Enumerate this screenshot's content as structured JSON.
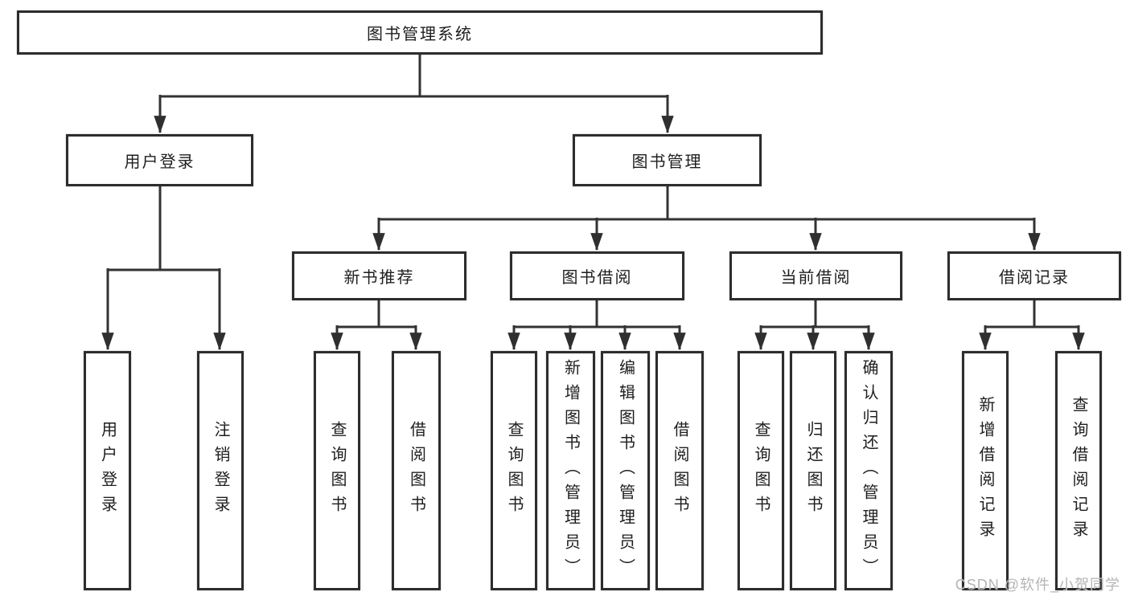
{
  "diagram": {
    "root": "图书管理系统",
    "level2": [
      "用户登录",
      "图书管理"
    ],
    "level3": [
      "新书推荐",
      "图书借阅",
      "当前借阅",
      "借阅记录"
    ],
    "leaves": {
      "login": [
        "用户登录",
        "注销登录"
      ],
      "newbook": [
        "查询图书",
        "借阅图书"
      ],
      "borrow": [
        "查询图书",
        "新增图书（管理员）",
        "编辑图书（管理员）",
        "借阅图书"
      ],
      "current": [
        "查询图书",
        "归还图书",
        "确认归还（管理员）"
      ],
      "records": [
        "新增借阅记录",
        "查询借阅记录"
      ]
    },
    "watermark": "CSDN @软件_小贺同学"
  },
  "colors": {
    "border": "#2d2d2d",
    "line": "#333333",
    "text": "#1e1e1e",
    "watermark": "#b5b5b5",
    "bg": "#ffffff"
  }
}
